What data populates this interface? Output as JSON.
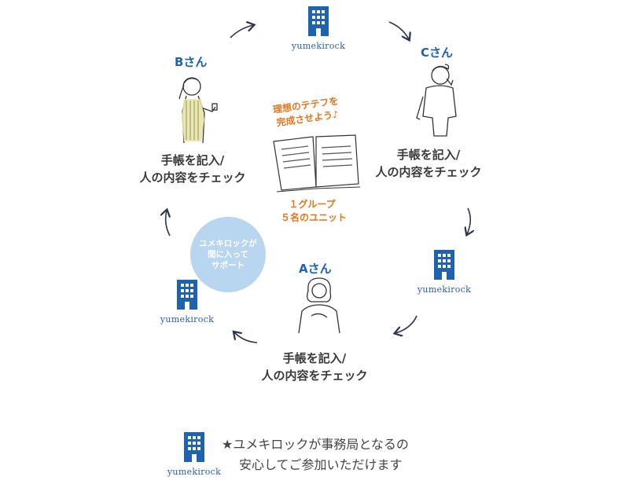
{
  "persons": {
    "a": {
      "name": "Aさん",
      "action_line1": "手帳を記入/",
      "action_line2": "人の内容をチェック"
    },
    "b": {
      "name": "Bさん",
      "action_line1": "手帳を記入/",
      "action_line2": "人の内容をチェック"
    },
    "c": {
      "name": "Cさん",
      "action_line1": "手帳を記入/",
      "action_line2": "人の内容をチェック"
    }
  },
  "logo_text": "yumekirock",
  "center": {
    "goal_line1": "理想のテテフを",
    "goal_line2": "完成させよう♪",
    "group_line1": "１グループ",
    "group_line2": "５名のユニット"
  },
  "support": {
    "line1": "ユメキロックが",
    "line2": "間に入って",
    "line3": "サポート"
  },
  "footer": {
    "line1": "★ユメキロックが事務局となるの",
    "line2": "安心してご参加いただけます"
  },
  "colors": {
    "brand_blue": "#1d63b0",
    "accent_orange": "#e8751a",
    "support_circle": "#b9d6f0",
    "arrow": "#2d3550"
  }
}
